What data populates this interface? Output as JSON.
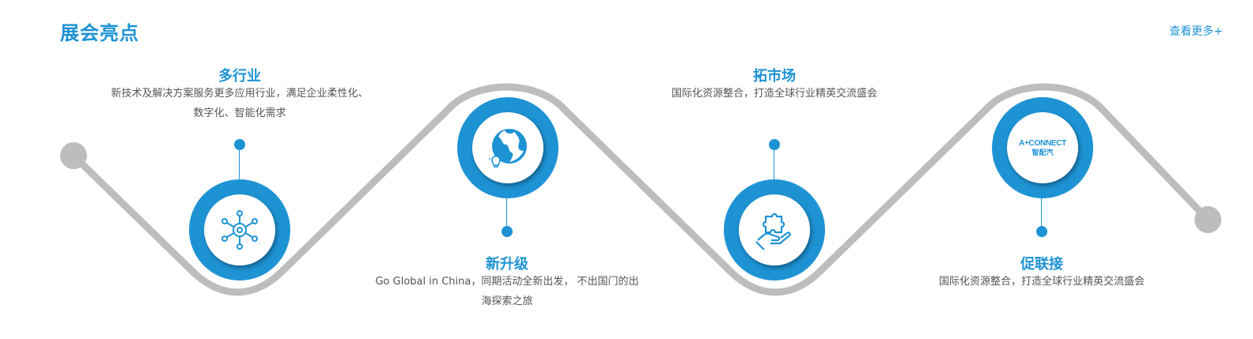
{
  "header": {
    "title": "展会亮点",
    "more_label": "查看更多+"
  },
  "colors": {
    "accent": "#1e93d4",
    "track": "#bdbdbd",
    "text": "#555555",
    "background": "#ffffff"
  },
  "highlights": [
    {
      "title": "多行业",
      "description": "新技术及解决方案服务更多应用行业，满足企业柔性化、数字化、智能化需求",
      "icon": "network-gear-icon"
    },
    {
      "title": "新升级",
      "description": "Go Global in China，同期活动全新出发， 不出国门的出海探索之旅",
      "icon": "globe-lightbulb-icon"
    },
    {
      "title": "拓市场",
      "description": "国际化资源整合，打造全球行业精英交流盛会",
      "icon": "puzzle-hand-icon"
    },
    {
      "title": "促联接",
      "description": "国际化资源整合，打造全球行业精英交流盛会",
      "icon": "a-connect-logo",
      "logo_main": "A+CONNECT",
      "logo_sub": "智配汽"
    }
  ]
}
